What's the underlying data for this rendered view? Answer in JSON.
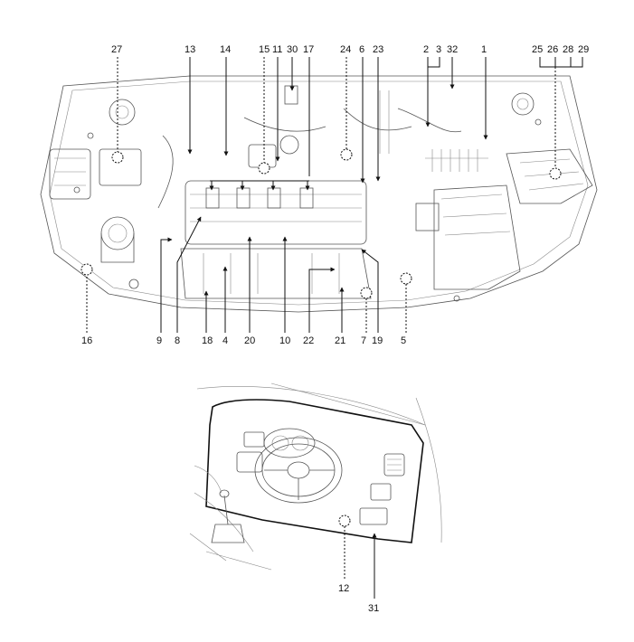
{
  "diagram": {
    "engine_labels": [
      "27",
      "13",
      "14",
      "15",
      "11",
      "30",
      "17",
      "24",
      "6",
      "23",
      "2",
      "3",
      "32",
      "1",
      "25",
      "26",
      "28",
      "29",
      "16",
      "9",
      "8",
      "18",
      "4",
      "20",
      "10",
      "22",
      "21",
      "7",
      "19",
      "5"
    ],
    "cabin_labels": [
      "12",
      "31"
    ]
  }
}
